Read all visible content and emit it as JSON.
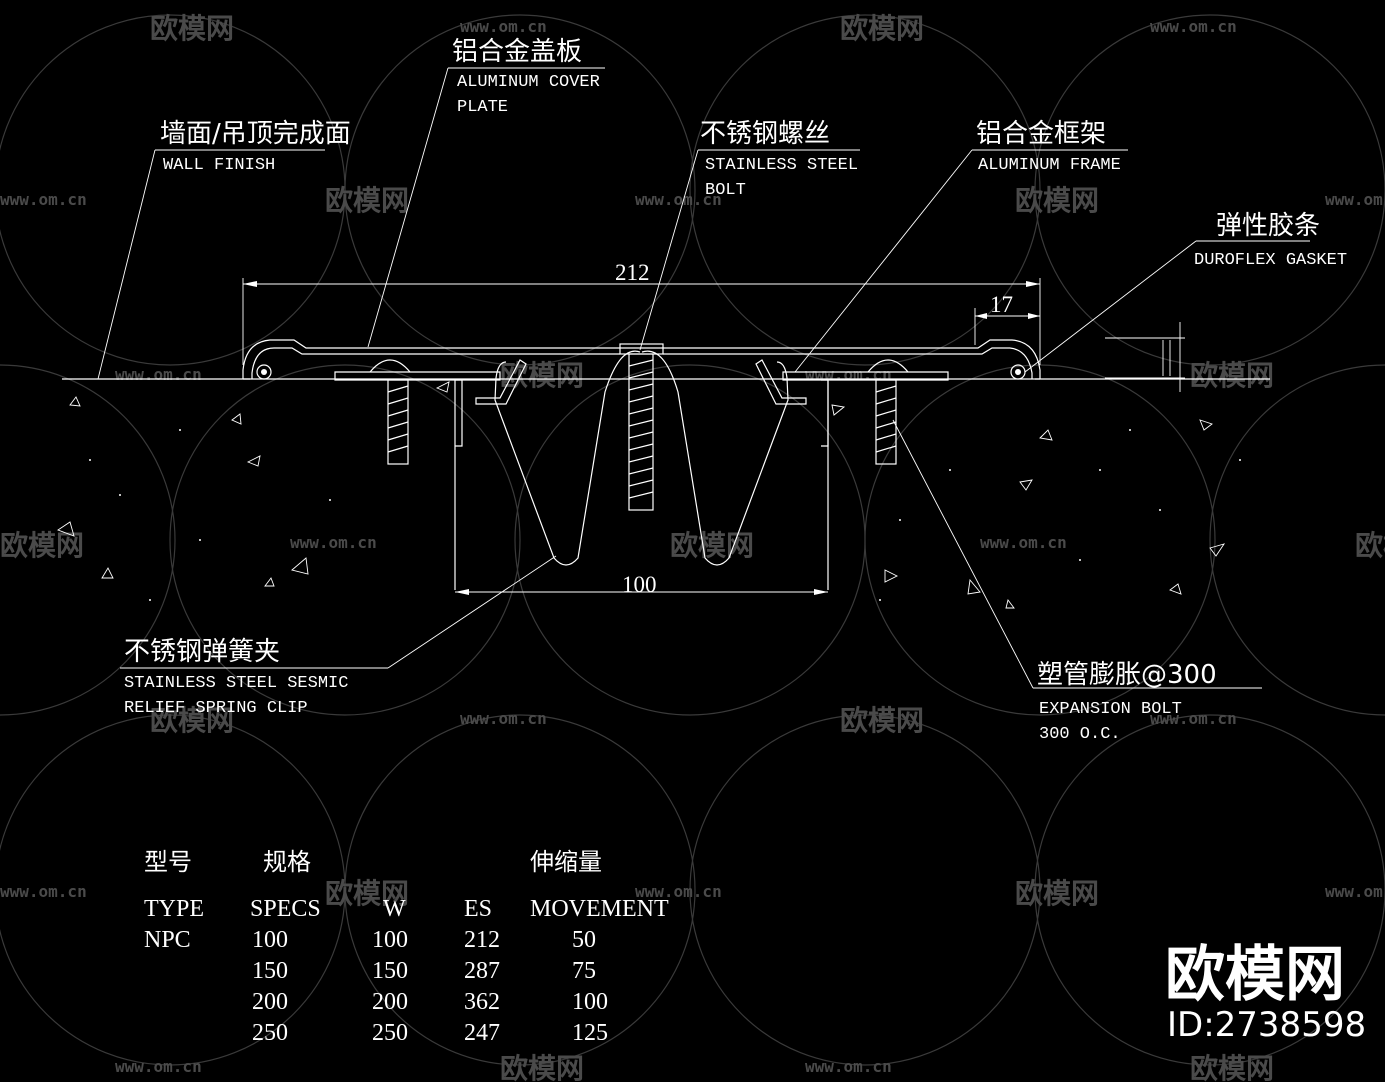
{
  "labels": {
    "cover_plate": {
      "cn": "铝合金盖板",
      "en1": "ALUMINUM COVER",
      "en2": "PLATE"
    },
    "wall_finish": {
      "cn": "墙面/吊顶完成面",
      "en1": "WALL FINISH"
    },
    "bolt": {
      "cn": "不锈钢螺丝",
      "en1": "STAINLESS STEEL",
      "en2": "BOLT"
    },
    "frame": {
      "cn": "铝合金框架",
      "en1": "ALUMINUM FRAME"
    },
    "gasket": {
      "cn": "弹性胶条",
      "en1": "DUROFLEX GASKET"
    },
    "spring_clip": {
      "cn": "不锈钢弹簧夹",
      "en1": "STAINLESS STEEL SESMIC",
      "en2": "RELIEF SPRING CLIP"
    },
    "expansion_bolt": {
      "cn": "塑管膨胀@300",
      "en1": "EXPANSION BOLT",
      "en2": "300 O.C."
    }
  },
  "dimensions": {
    "overall": "212",
    "edge": "17",
    "gap": "100"
  },
  "spec_table": {
    "cn_headers": {
      "type": "型号",
      "specs": "规格",
      "movement": "伸缩量"
    },
    "headers": [
      "TYPE",
      "SPECS",
      "W",
      "ES",
      "MOVEMENT"
    ],
    "rows": [
      [
        "NPC",
        "100",
        "100",
        "212",
        "50"
      ],
      [
        "",
        "150",
        "150",
        "287",
        "75"
      ],
      [
        "",
        "200",
        "200",
        "362",
        "100"
      ],
      [
        "",
        "250",
        "250",
        "247",
        "125"
      ]
    ]
  },
  "watermark": {
    "brand": "欧模网",
    "url": "www.om.cn",
    "id": "ID:2738598"
  }
}
